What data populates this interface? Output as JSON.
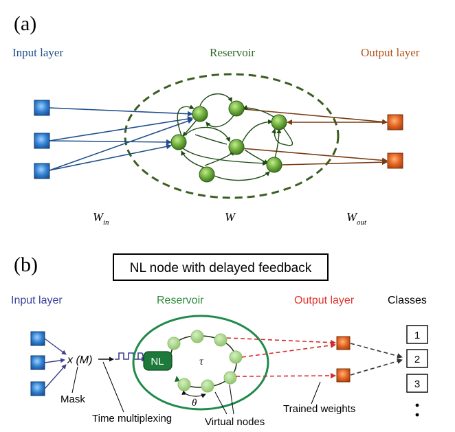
{
  "panel_a": {
    "label": "(a)",
    "input_layer": "Input layer",
    "reservoir": "Reservoir",
    "output_layer": "Output layer",
    "w_in_main": "W",
    "w_in_sub": "in",
    "w_main": "W",
    "w_out_main": "W",
    "w_out_sub": "out"
  },
  "panel_b": {
    "label": "(b)",
    "title": "NL node with delayed feedback",
    "input_layer": "Input layer",
    "reservoir": "Reservoir",
    "output_layer": "Output layer",
    "classes": "Classes",
    "mask_expr": "x (M)",
    "nl": "NL",
    "tau": "τ",
    "theta": "θ",
    "mask": "Mask",
    "time_multiplexing": "Time multiplexing",
    "virtual_nodes": "Virtual nodes",
    "trained_weights": "Trained weights",
    "class_items": [
      "1",
      "2",
      "3"
    ]
  },
  "colors": {
    "input": "#1f4e8c",
    "reservoir": "#2e6b2a",
    "output": "#b5501a",
    "output_b": "#e0332b",
    "node_green": "#6aab3a",
    "dash_green": "#3b5e1f"
  }
}
